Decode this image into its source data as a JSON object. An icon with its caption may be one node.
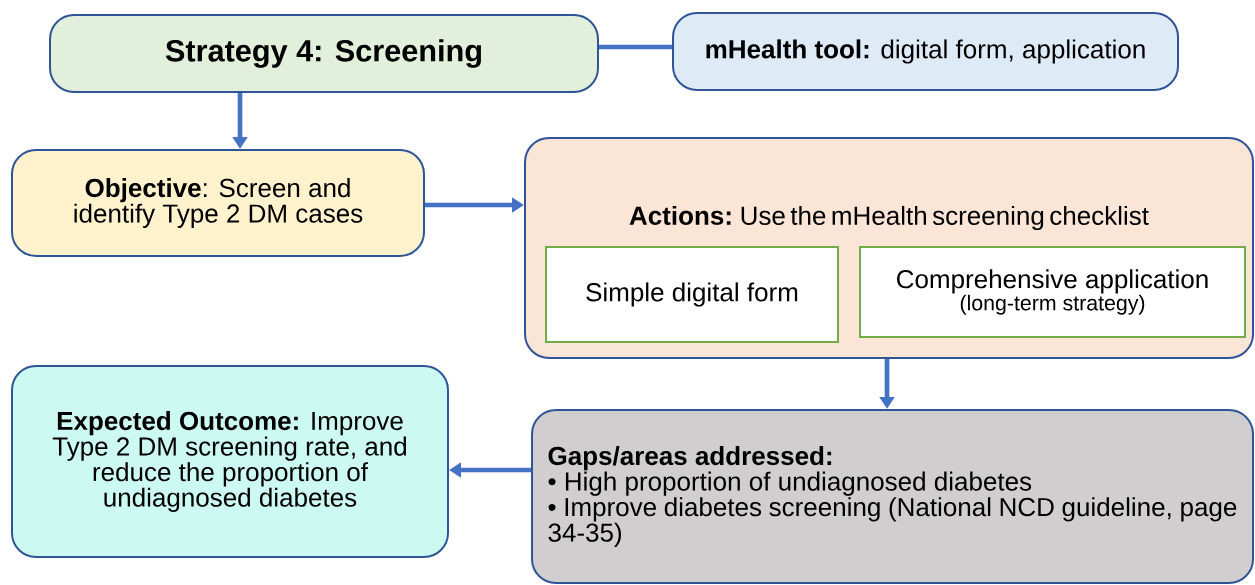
{
  "diagram": {
    "nodes": [
      {
        "text": [
          "Strategy 4: Screening"
        ]
      },
      {
        "text": [
          "**mHealth tool:** digital form, application"
        ]
      },
      {
        "text": [
          "**Objective**: Screen and identify Type 2 DM cases"
        ]
      },
      {
        "text": [
          "**Actions:** Use the mHealth screening checklist"
        ]
      },
      {
        "text": [
          "Simple digital form"
        ],
        "in": 3
      },
      {
        "text": [
          "Comprehensive application",
          "(long-term strategy)"
        ],
        "in": 3
      },
      {
        "text": [
          "Gaps/areas addressed:",
          "• High proportion of undiagnosed diabetes",
          "• Improve diabetes screening (National NCD guideline, page 34-35)"
        ]
      },
      {
        "text": [
          "**Expected Outcome:** Improve Type 2 DM screening rate, and reduce the proportion of undiagnosed diabetes"
        ]
      }
    ],
    "edges": [
      {
        "from": 0,
        "to": 1,
        "arrow": "none"
      },
      {
        "from": 0,
        "to": 2,
        "arrow": "to"
      },
      {
        "from": 2,
        "to": 3,
        "arrow": "to"
      },
      {
        "from": 3,
        "to": 6,
        "arrow": "to"
      },
      {
        "from": 6,
        "to": 7,
        "arrow": "to"
      }
    ]
  }
}
